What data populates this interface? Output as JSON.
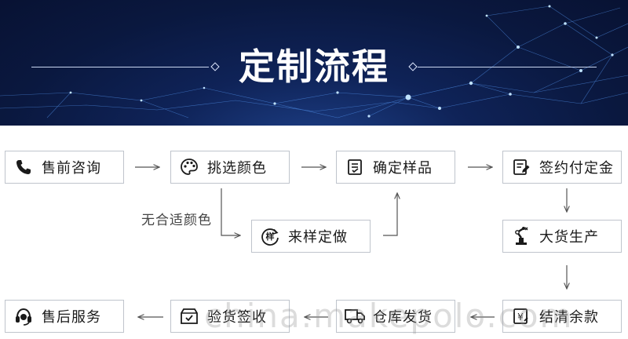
{
  "banner": {
    "title": "定制流程"
  },
  "steps": [
    {
      "label": "售前咨询",
      "icon": "phone-icon"
    },
    {
      "label": "挑选颜色",
      "icon": "palette-icon"
    },
    {
      "label": "确定样品",
      "icon": "document-check-icon"
    },
    {
      "label": "签约付定金",
      "icon": "contract-sign-icon"
    },
    {
      "label": "来样定做",
      "icon": "sample-refresh-icon"
    },
    {
      "label": "大货生产",
      "icon": "robot-arm-icon"
    },
    {
      "label": "结清余款",
      "icon": "yuan-payment-icon"
    },
    {
      "label": "仓库发货",
      "icon": "delivery-truck-icon"
    },
    {
      "label": "验货签收",
      "icon": "inspect-box-icon"
    },
    {
      "label": "售后服务",
      "icon": "headset-icon"
    }
  ],
  "note": "无合适颜色",
  "watermark": "china.makepolo.com",
  "colors": {
    "banner_dark": "#081233",
    "banner_glow": "#1d3f86",
    "border": "#bfc4cc",
    "arrow": "#555555",
    "text": "#1a1a1a"
  }
}
